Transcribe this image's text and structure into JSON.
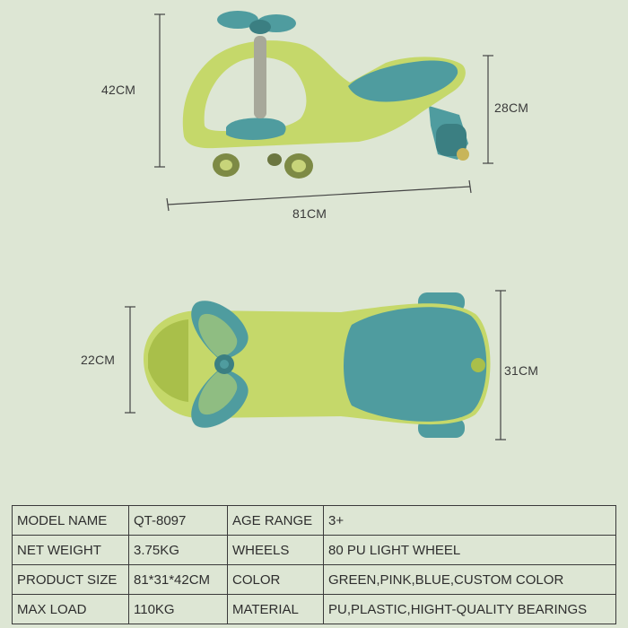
{
  "dimensions": {
    "height_label": "42CM",
    "seat_height_label": "28CM",
    "length_label": "81CM",
    "width_front_label": "22CM",
    "width_rear_label": "31CM"
  },
  "colors": {
    "background": "#dde6d4",
    "body_green": "#c5d86a",
    "body_green_dark": "#a9bf4a",
    "teal": "#4f9c9f",
    "teal_dark": "#3b7f82",
    "line": "#444444"
  },
  "specs": [
    {
      "label": "MODEL NAME",
      "value": "QT-8097",
      "label2": "AGE RANGE",
      "value2": "3+"
    },
    {
      "label": "NET WEIGHT",
      "value": "3.75KG",
      "label2": "WHEELS",
      "value2": "80 PU LIGHT WHEEL"
    },
    {
      "label": "PRODUCT SIZE",
      "value": "81*31*42CM",
      "label2": "COLOR",
      "value2": "GREEN,PINK,BLUE,CUSTOM COLOR"
    },
    {
      "label": "MAX LOAD",
      "value": "110KG",
      "label2": "MATERIAL",
      "value2": "PU,PLASTIC,HIGHT-QUALITY BEARINGS"
    }
  ]
}
